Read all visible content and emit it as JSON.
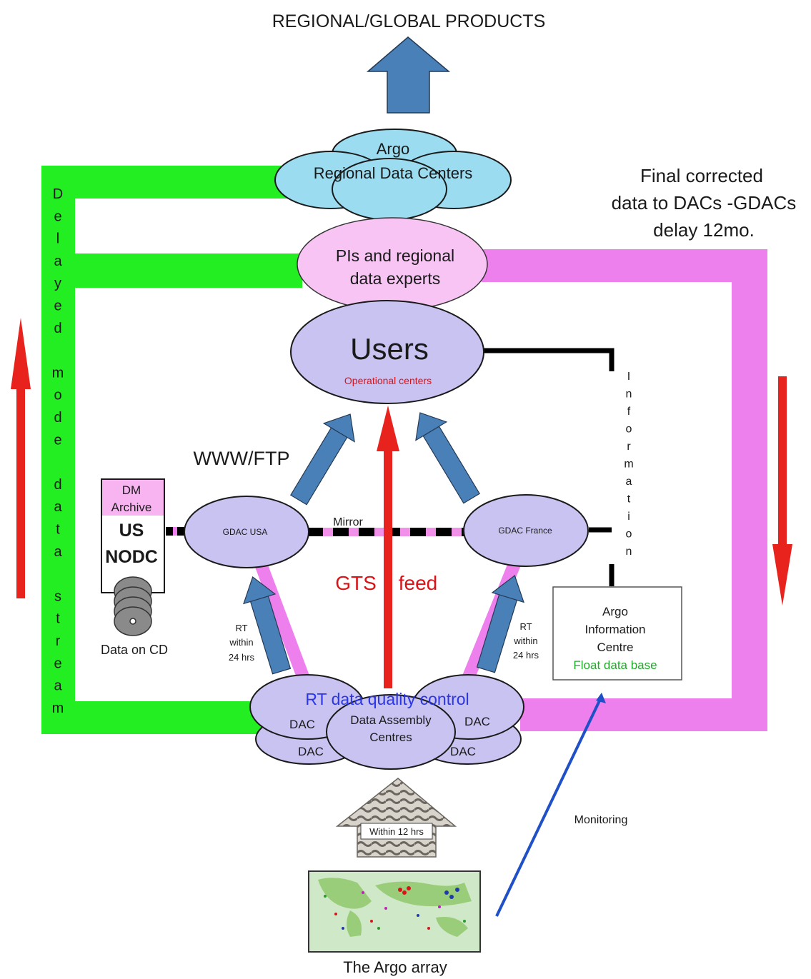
{
  "title": "REGIONAL/GLOBAL  PRODUCTS",
  "regional_centers": {
    "line1": "Argo",
    "line2": "Regional Data Centers"
  },
  "final_corrected": {
    "line1": "Final corrected",
    "line2": "data to DACs -GDACs",
    "line3": "delay 12mo."
  },
  "pis": {
    "line1": "PIs and regional",
    "line2": "data experts"
  },
  "users": {
    "title": "Users",
    "subtitle": "Operational centers"
  },
  "delayed_mode_letters": [
    "D",
    "e",
    "l",
    "a",
    "y",
    "e",
    "d",
    "",
    "m",
    "o",
    "d",
    "e",
    "",
    "d",
    "a",
    "t",
    "a",
    "",
    "s",
    "t",
    "r",
    "e",
    "a",
    "m"
  ],
  "information_letters": [
    "I",
    "n",
    "f",
    "o",
    "r",
    "m",
    "a",
    "t",
    "i",
    "o",
    "n"
  ],
  "www_ftp": "WWW/FTP",
  "dm_archive": {
    "line1": "DM",
    "line2": "Archive",
    "line3": "US",
    "line4": "NODC"
  },
  "data_on_cd": "Data on CD",
  "gdac_usa": "GDAC USA",
  "gdac_france": "GDAC France",
  "mirror": "Mirror",
  "gts_feed": {
    "left": "GTS",
    "right": "feed"
  },
  "rt_left": {
    "line1": "RT",
    "line2": "within",
    "line3": "24 hrs"
  },
  "rt_right": {
    "line1": "RT",
    "line2": "within",
    "line3": "24 hrs"
  },
  "argo_info": {
    "line1": "Argo",
    "line2": "Information",
    "line3": "Centre",
    "line4": "Float data base"
  },
  "rt_qc": "RT data quality control",
  "dac_label": "DAC",
  "data_assembly": {
    "line1": "Data Assembly",
    "line2": "Centres"
  },
  "within_12": "Within 12 hrs",
  "monitoring": "Monitoring",
  "argo_array": "The Argo array",
  "colors": {
    "green_stream": "#22ee22",
    "pink_stream": "#ee80ee",
    "arrow_blue": "#4a80b8",
    "arrow_red": "#e8221c",
    "regional_fill": "#9bdcf0",
    "pi_fill": "#f7c4f4",
    "lavender_fill": "#c9c3f2",
    "mirror_pink": "#f090e8"
  }
}
